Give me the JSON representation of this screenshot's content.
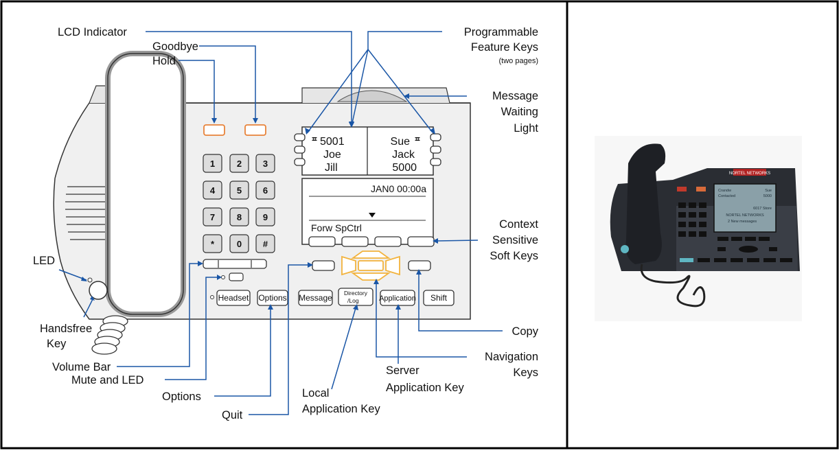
{
  "callouts": {
    "lcd_indicator": "LCD Indicator",
    "goodbye": "Goodbye",
    "hold": "Hold",
    "programmable_1": "Programmable",
    "programmable_2": "Feature Keys",
    "programmable_3": "(two pages)",
    "message_1": "Message",
    "message_2": "Waiting",
    "message_3": "Light",
    "context_1": "Context",
    "context_2": "Sensitive",
    "context_3": "Soft Keys",
    "led": "LED",
    "handsfree_1": "Handsfree",
    "handsfree_2": "Key",
    "volume_bar": "Volume Bar",
    "mute_led": "Mute and LED",
    "options": "Options",
    "quit": "Quit",
    "local_1": "Local",
    "local_2": "Application Key",
    "server_1": "Server",
    "server_2": "Application Key",
    "navigation_1": "Navigation",
    "navigation_2": "Keys",
    "copy": "Copy"
  },
  "display": {
    "top_left": [
      "5001",
      "Joe",
      "Jill"
    ],
    "top_right": [
      "Sue",
      "Jack",
      "5000"
    ],
    "date_time": "JAN0 00:00a",
    "softkeys_text": "Forw SpCtrl"
  },
  "keypad": [
    "1",
    "2",
    "3",
    "4",
    "5",
    "6",
    "7",
    "8",
    "9",
    "*",
    "0",
    "#"
  ],
  "bottom_keys": {
    "headset": "Headset",
    "options": "Options",
    "message": "Message",
    "directory_1": "Directory",
    "directory_2": "/Log",
    "application": "Application",
    "shift": "Shift"
  },
  "photo_display": {
    "line1_left": "Crandw",
    "line1_right": "Sue",
    "line2_left": "Contacted",
    "line2_right": "5000",
    "line3": "6017 Store",
    "line4": "NORTEL NETWORKS",
    "line5": "2 New messages"
  },
  "photo_logo": "NORTEL NETWORKS",
  "colors": {
    "pointer": "#1a56a6",
    "hold_goodbye_keys": "#e8833a",
    "navigation_keys": "#f2b33d",
    "phone_body": "#f0f0f0"
  }
}
